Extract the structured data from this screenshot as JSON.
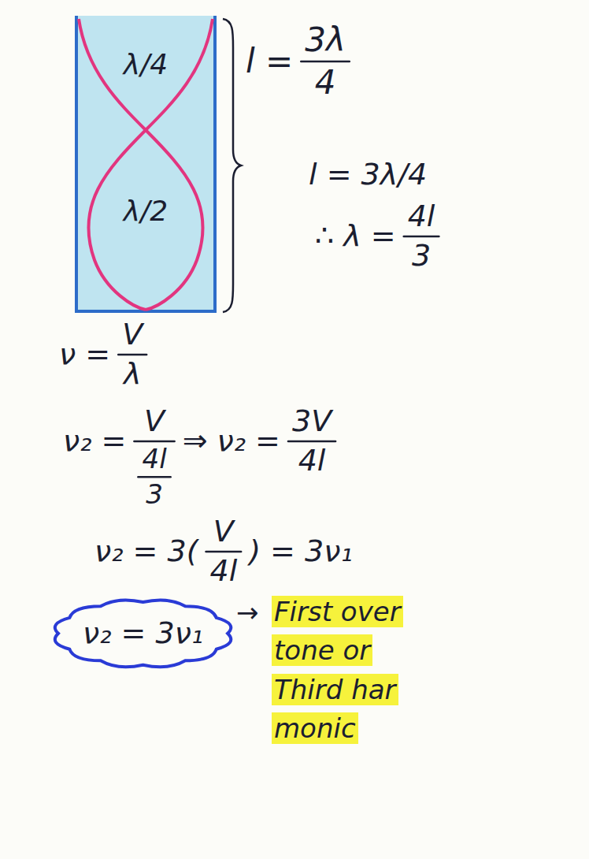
{
  "diagram": {
    "nodes": [
      {
        "text": [
          "λ/4",
          "λ/2"
        ]
      },
      {
        "text": [
          "ν₂ = 3ν₁"
        ]
      }
    ],
    "labels": [
      "l =",
      "3λ",
      "4",
      "l = 3λ/4",
      "∴ λ =",
      "4l",
      "3",
      "ν =",
      "V",
      "λ",
      "ν₂ =",
      "V",
      "4l",
      "3",
      "⇒ ν₂ =",
      "3V",
      "4l",
      "ν₂ = 3(",
      "V",
      "4l",
      ") = 3ν₁",
      "→",
      "First over tone or Third har monic"
    ]
  }
}
